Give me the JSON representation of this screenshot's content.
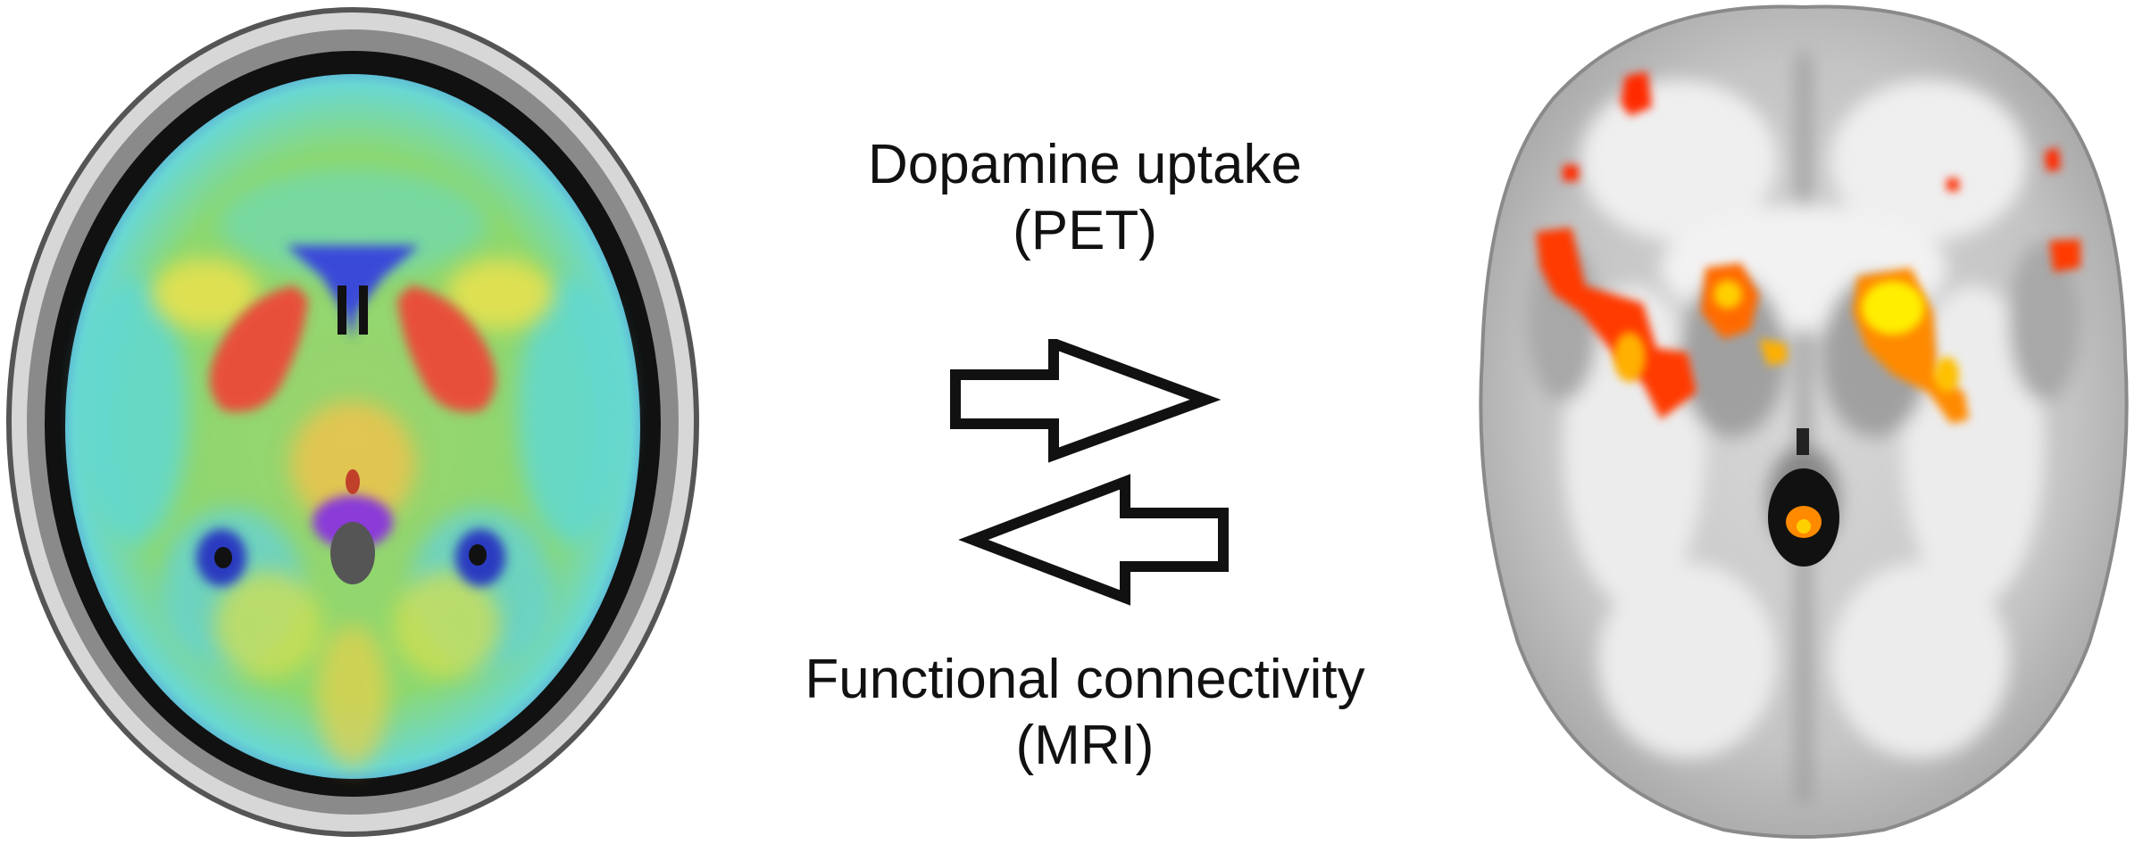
{
  "labels": {
    "pet_line1": "Dopamine uptake",
    "pet_line2": "(PET)",
    "mri_line1": "Functional connectivity",
    "mri_line2": "(MRI)"
  },
  "icons": {
    "right_arrow": "outline-arrow-right-icon",
    "left_arrow": "outline-arrow-left-icon"
  },
  "colors": {
    "pet_low": "#3a5ad8",
    "pet_mid": "#5fd0e0",
    "pet_base": "#8fd86a",
    "pet_high_yellow": "#f2e24a",
    "pet_high_red": "#e8503a",
    "mri_activation_red": "#ff2a00",
    "mri_activation_yellow": "#ffee00",
    "mri_brain_grey": "#bdbdbd"
  }
}
